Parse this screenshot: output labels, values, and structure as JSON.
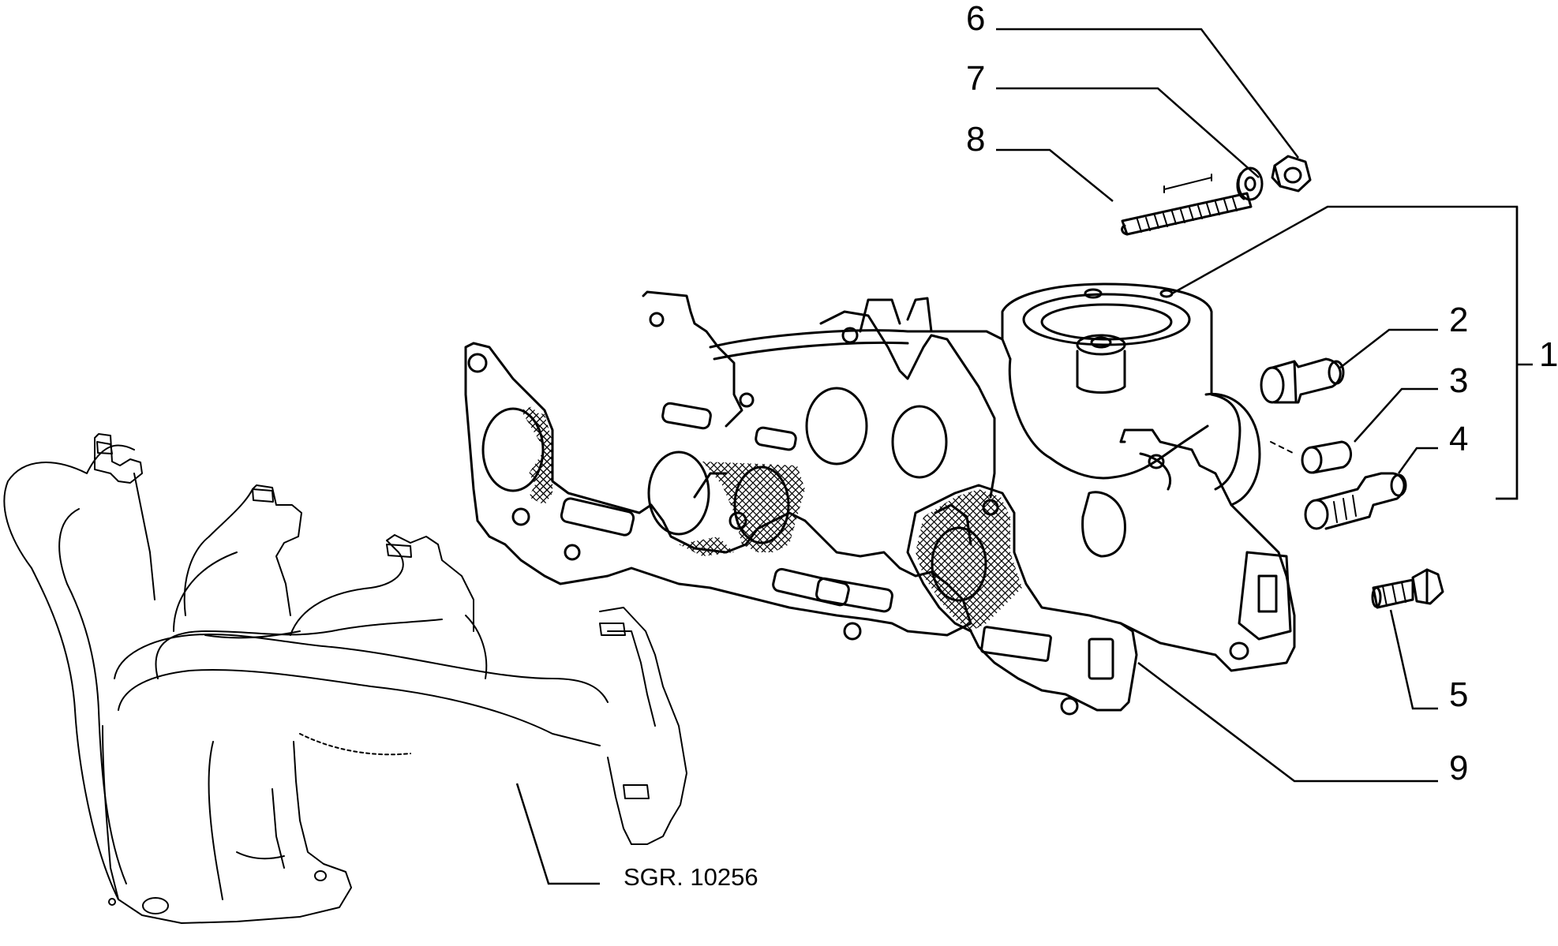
{
  "diagram": {
    "callouts": [
      {
        "id": "1",
        "text": "1"
      },
      {
        "id": "2",
        "text": "2"
      },
      {
        "id": "3",
        "text": "3"
      },
      {
        "id": "4",
        "text": "4"
      },
      {
        "id": "5",
        "text": "5"
      },
      {
        "id": "6",
        "text": "6"
      },
      {
        "id": "7",
        "text": "7"
      },
      {
        "id": "8",
        "text": "8"
      },
      {
        "id": "9",
        "text": "9"
      }
    ],
    "reference_note": "SGR. 10256"
  }
}
